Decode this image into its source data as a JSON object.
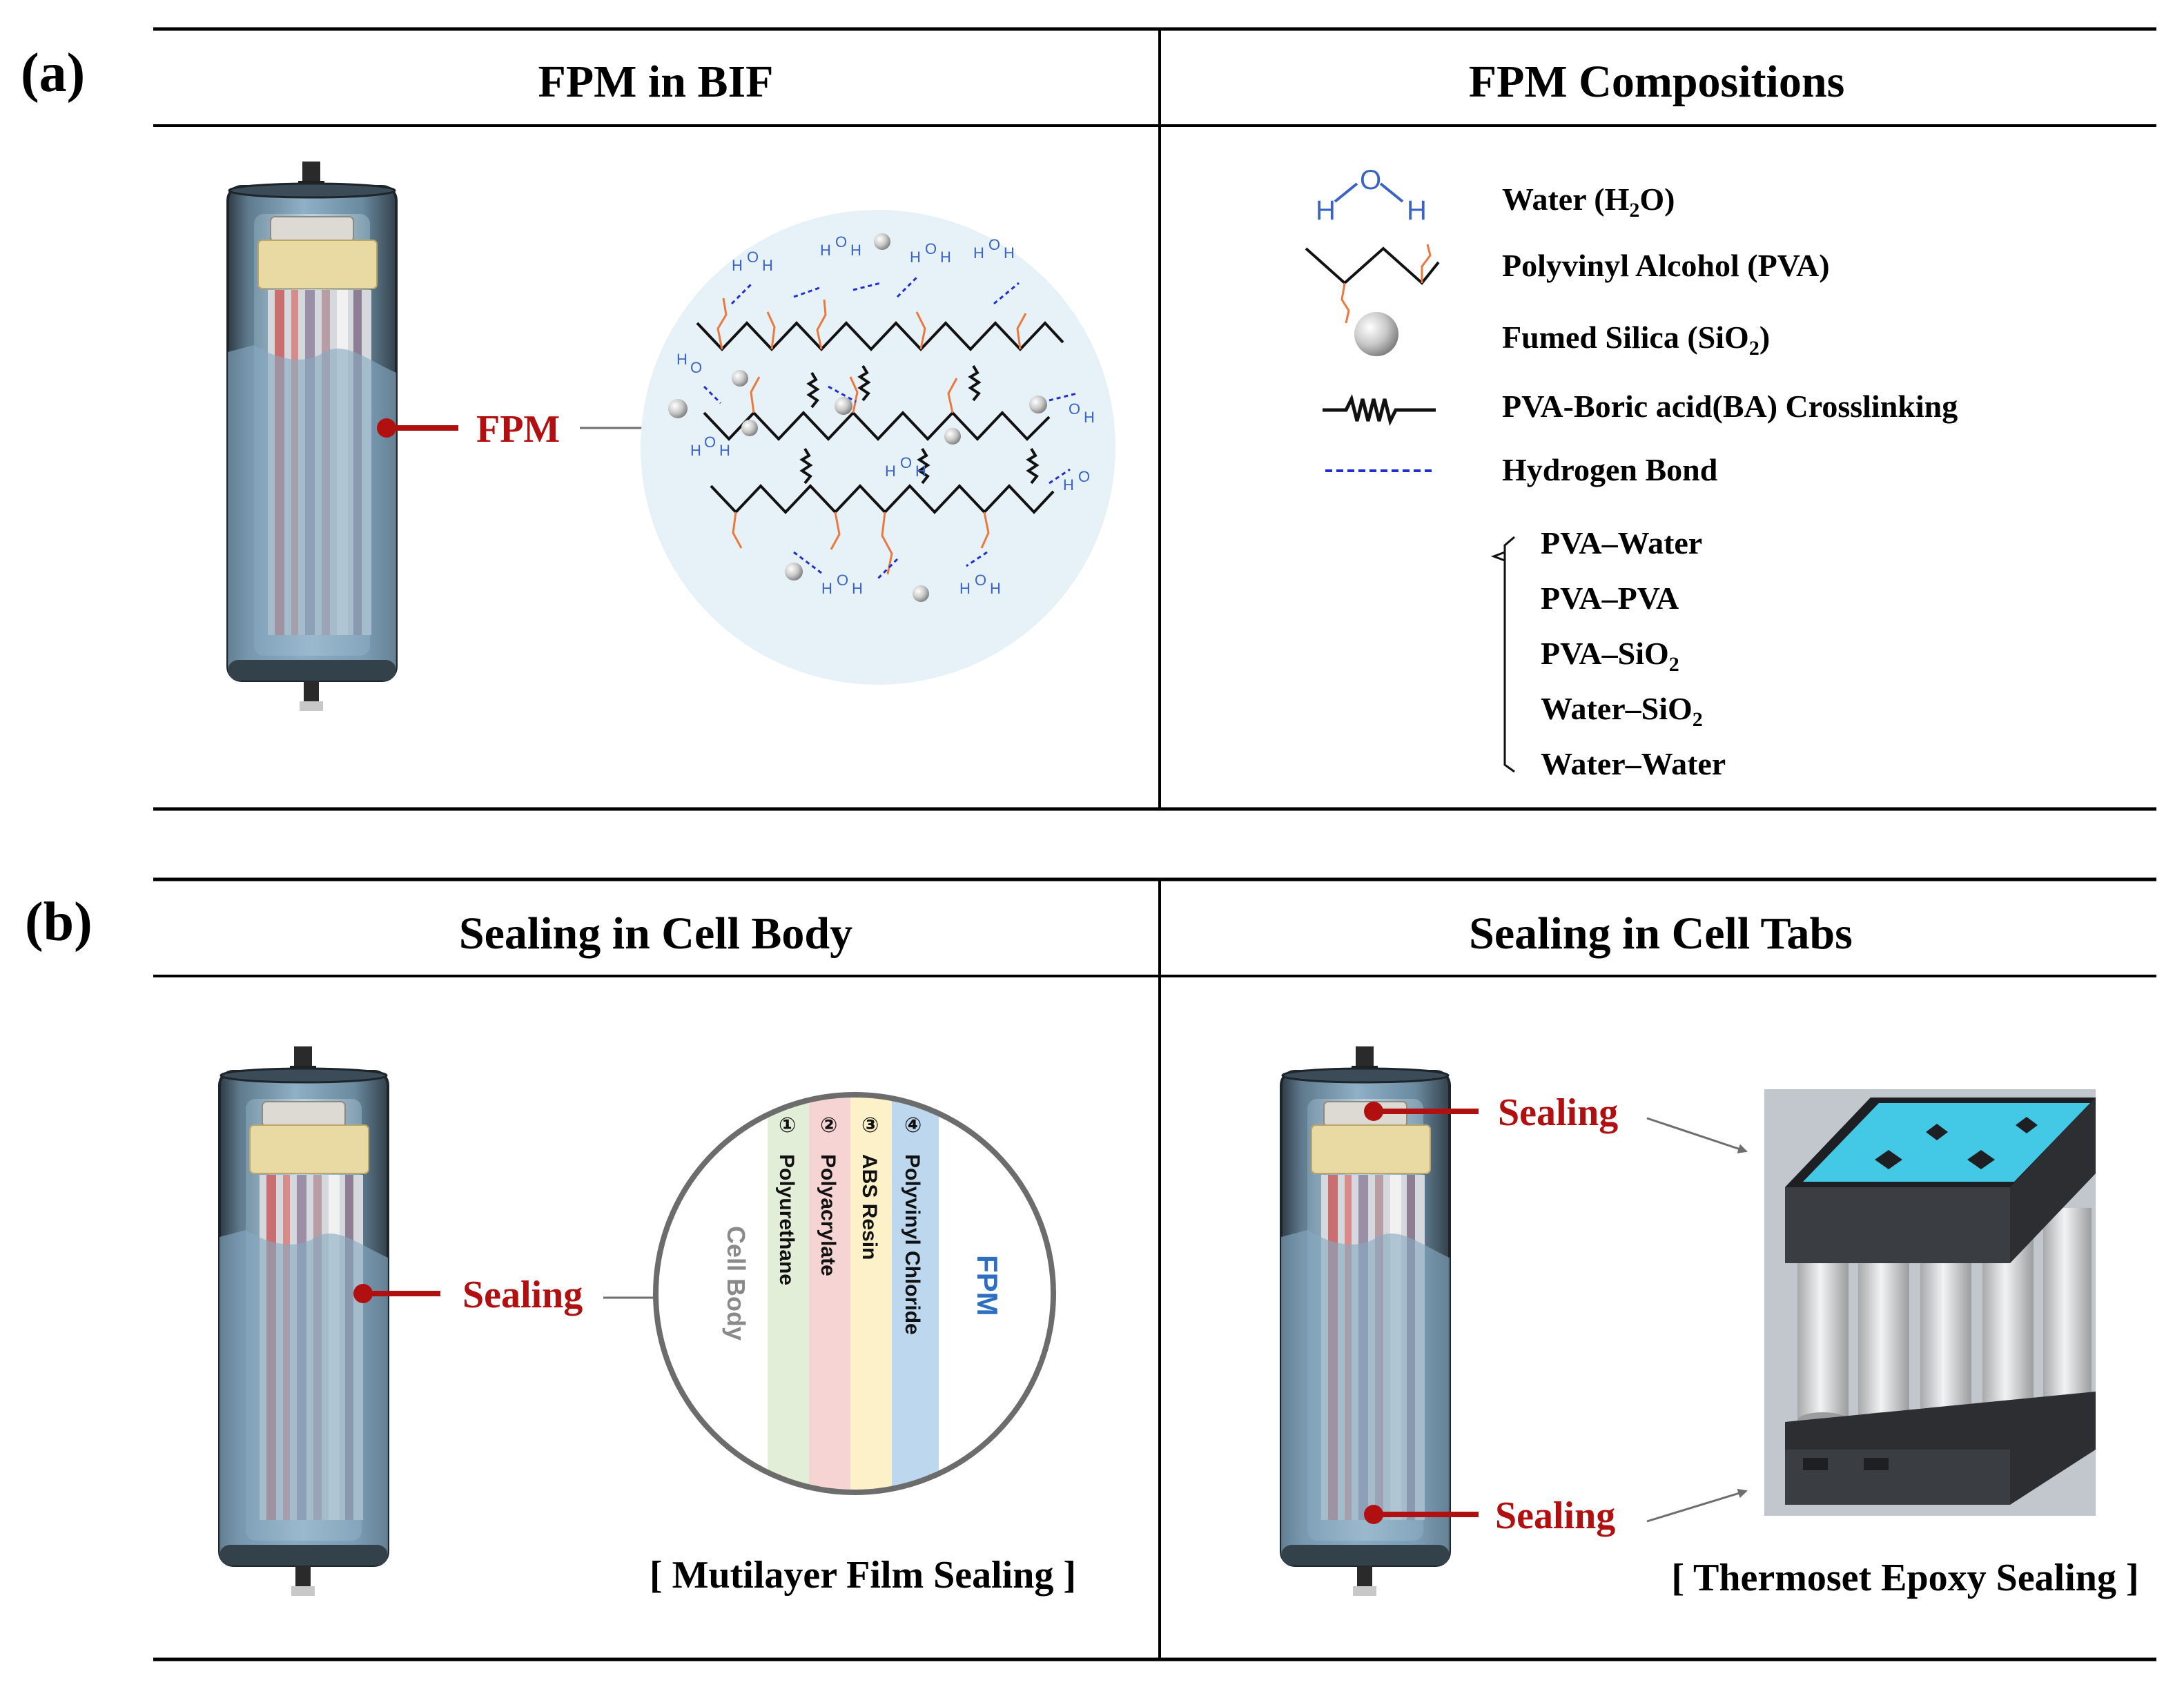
{
  "panel_a": {
    "label": "(a)",
    "left_title": "FPM in BIF",
    "right_title": "FPM Compositions",
    "callout": "FPM",
    "legend": {
      "water": {
        "prefix": "Water (H",
        "sub": "2",
        "suffix": "O)"
      },
      "pva": "Polyvinyl Alcohol (PVA)",
      "silica": {
        "prefix": "Fumed Silica (SiO",
        "sub": "2",
        "suffix": ")"
      },
      "crosslink": "PVA-Boric acid(BA) Crosslinking",
      "hbond": "Hydrogen Bond"
    },
    "hbond_types": [
      {
        "text": "PVA–Water",
        "sub": ""
      },
      {
        "text": "PVA–PVA",
        "sub": ""
      },
      {
        "text": "PVA–SiO",
        "sub": "2"
      },
      {
        "text": "Water–SiO",
        "sub": "2"
      },
      {
        "text": "Water–Water",
        "sub": ""
      }
    ]
  },
  "panel_b": {
    "label": "(b)",
    "left_title": "Sealing in Cell Body",
    "right_title": "Sealing in Cell Tabs",
    "callout_body": "Sealing",
    "callout_tab_top": "Sealing",
    "callout_tab_bottom": "Sealing",
    "film": {
      "cell_body": "Cell Body",
      "fpm": "FPM",
      "layers": [
        {
          "num": "①",
          "name": "Polyurethane",
          "color": "#e3eed8"
        },
        {
          "num": "②",
          "name": "Polyacrylate",
          "color": "#f6d4d4"
        },
        {
          "num": "③",
          "name": "ABS Resin",
          "color": "#fcf1c8"
        },
        {
          "num": "④",
          "name": "Polyvinyl Chloride",
          "color": "#bcd7ee"
        }
      ]
    },
    "caption_film": "[ Mutilayer Film Sealing ]",
    "caption_epoxy": "[ Thermoset Epoxy Sealing ]"
  },
  "colors": {
    "callout_red": "#b01010",
    "water_blue": "#3a64c4",
    "pva_orange": "#e9793d",
    "hbond_blue": "#1f2fd0",
    "sealant_cyan": "#43c8e6",
    "fpm_blue": "#2c6fc0"
  }
}
